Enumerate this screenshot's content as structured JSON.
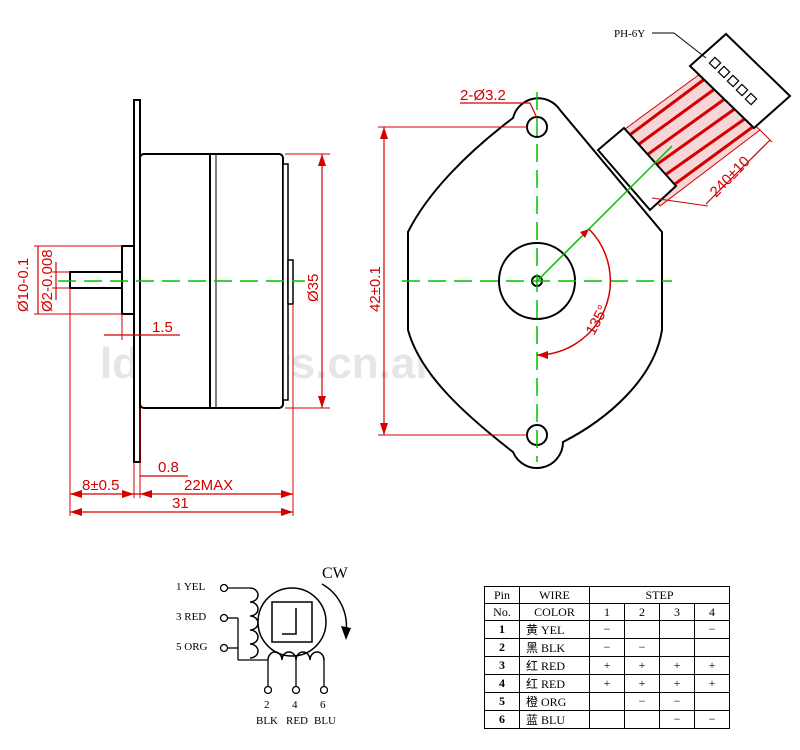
{
  "watermark": "ldomotors.cn.alibaba.com",
  "side_view": {
    "dia_shaft_outer": "Ø10-0.1",
    "dia_shaft_inner": "Ø2-0.008",
    "dia_body": "Ø35",
    "dim_1_5": "1.5",
    "dim_0_8": "0.8",
    "dim_8": "8±0.5",
    "dim_22max": "22MAX",
    "dim_31": "31"
  },
  "front_view": {
    "connector": "PH-6Y",
    "hole": "2-Ø3.2",
    "height": "42±0.1",
    "angle": "135°",
    "cable": "240±10"
  },
  "wiring": {
    "direction": "CW",
    "left_wires": [
      "1 YEL",
      "3 RED",
      "5 ORG"
    ],
    "bottom_nums": [
      "2",
      "4",
      "6"
    ],
    "bottom_colors": [
      "BLK",
      "RED",
      "BLU"
    ]
  },
  "step_table": {
    "header_pin": "Pin",
    "header_no": "No.",
    "header_wire": "WIRE",
    "header_color": "COLOR",
    "header_step": "STEP",
    "steps": [
      "1",
      "2",
      "3",
      "4"
    ],
    "rows": [
      {
        "pin": "1",
        "wire": "黄 YEL",
        "s": [
          "−",
          "",
          "",
          "−"
        ]
      },
      {
        "pin": "2",
        "wire": "黑 BLK",
        "s": [
          "−",
          "−",
          "",
          ""
        ]
      },
      {
        "pin": "3",
        "wire": "红 RED",
        "s": [
          "+",
          "+",
          "+",
          "+"
        ]
      },
      {
        "pin": "4",
        "wire": "红 RED",
        "s": [
          "+",
          "+",
          "+",
          "+"
        ]
      },
      {
        "pin": "5",
        "wire": "橙 ORG",
        "s": [
          "",
          "−",
          "−",
          ""
        ]
      },
      {
        "pin": "6",
        "wire": "蓝 BLU",
        "s": [
          "",
          "",
          "−",
          "−"
        ]
      }
    ]
  }
}
